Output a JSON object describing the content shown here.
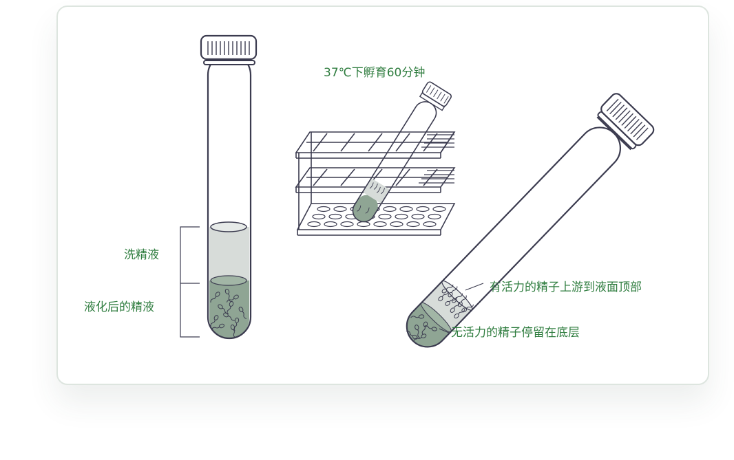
{
  "labels": {
    "incubation": "37℃下孵育60分钟",
    "washing_fluid": "洗精液",
    "liquefied_semen": "液化后的精液",
    "active_sperm": "有活力的精子上游到液面顶部",
    "inactive_sperm": "无活力的精子停留在底层"
  },
  "colors": {
    "label_green": "#2f7d3f",
    "outline": "#3b3b4f",
    "semen_green": "#8fa594",
    "fluid_grey": "#d7dcd9"
  }
}
